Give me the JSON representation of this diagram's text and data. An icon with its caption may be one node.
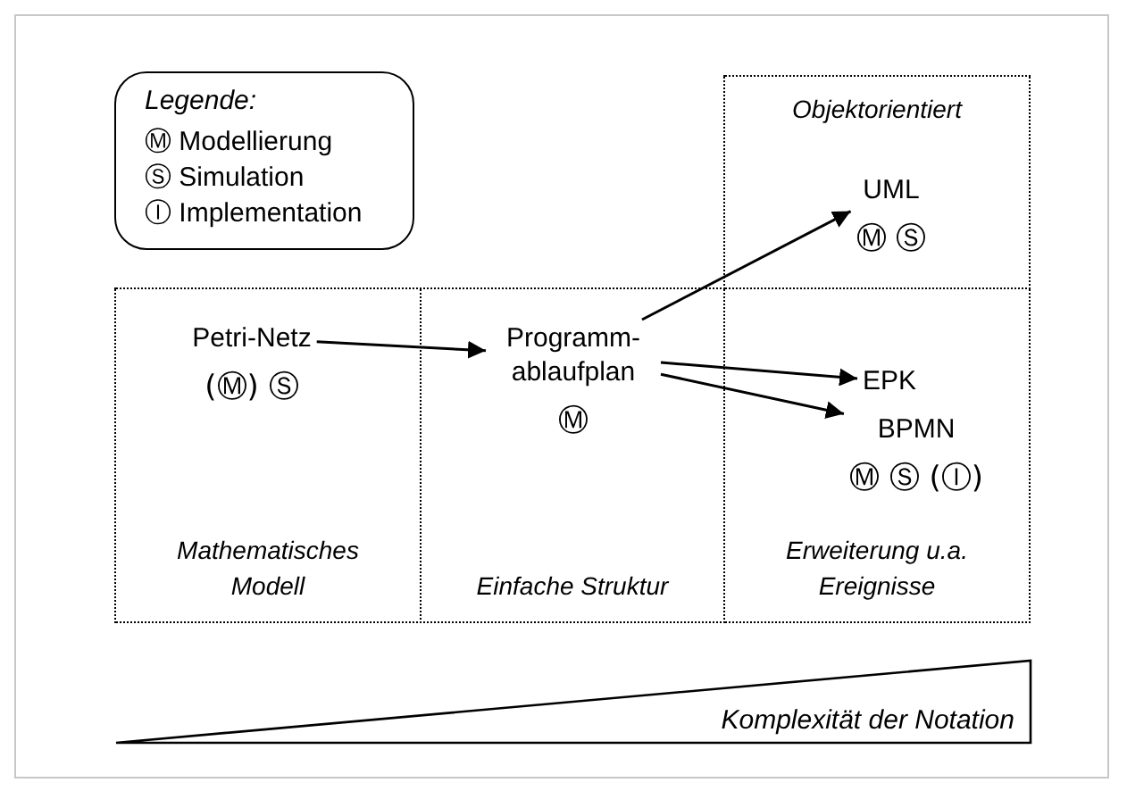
{
  "diagram": {
    "nodes": [
      {
        "text": [
          "Mathematisches Modell"
        ]
      },
      {
        "text": [
          "Petri-Netz"
        ],
        "in": 0,
        "beside": [
          "(Ⓜ) Ⓢ"
        ]
      },
      {
        "text": [
          "Einfache Struktur"
        ]
      },
      {
        "text": [
          "Programm- ablaufplan"
        ],
        "in": 2,
        "beside": [
          "Ⓜ"
        ]
      },
      {
        "text": [
          "Objektorientiert"
        ]
      },
      {
        "text": [
          "UML"
        ],
        "in": 4,
        "beside": [
          "Ⓜ Ⓢ"
        ]
      },
      {
        "text": [
          "Erweiterung u.a. Ereignisse"
        ]
      },
      {
        "text": [
          "EPK"
        ],
        "in": 6
      },
      {
        "text": [
          "BPMN"
        ],
        "in": 6,
        "beside": [
          "Ⓜ Ⓢ (Ⓘ)"
        ]
      },
      {
        "text": [
          "Komplexität der Notation"
        ]
      }
    ],
    "edges": [
      {
        "from": 1,
        "to": 3,
        "arrow": "to"
      },
      {
        "from": 3,
        "to": 5,
        "arrow": "to"
      },
      {
        "from": 3,
        "to": 7,
        "arrow": "to"
      },
      {
        "from": 3,
        "to": 8,
        "arrow": "to"
      }
    ],
    "labels": [
      "Legende:"
    ],
    "legend": [
      {
        "text": "Ⓜ Modellierung"
      },
      {
        "text": "Ⓢ Simulation"
      },
      {
        "text": "Ⓘ Implementation"
      }
    ]
  }
}
